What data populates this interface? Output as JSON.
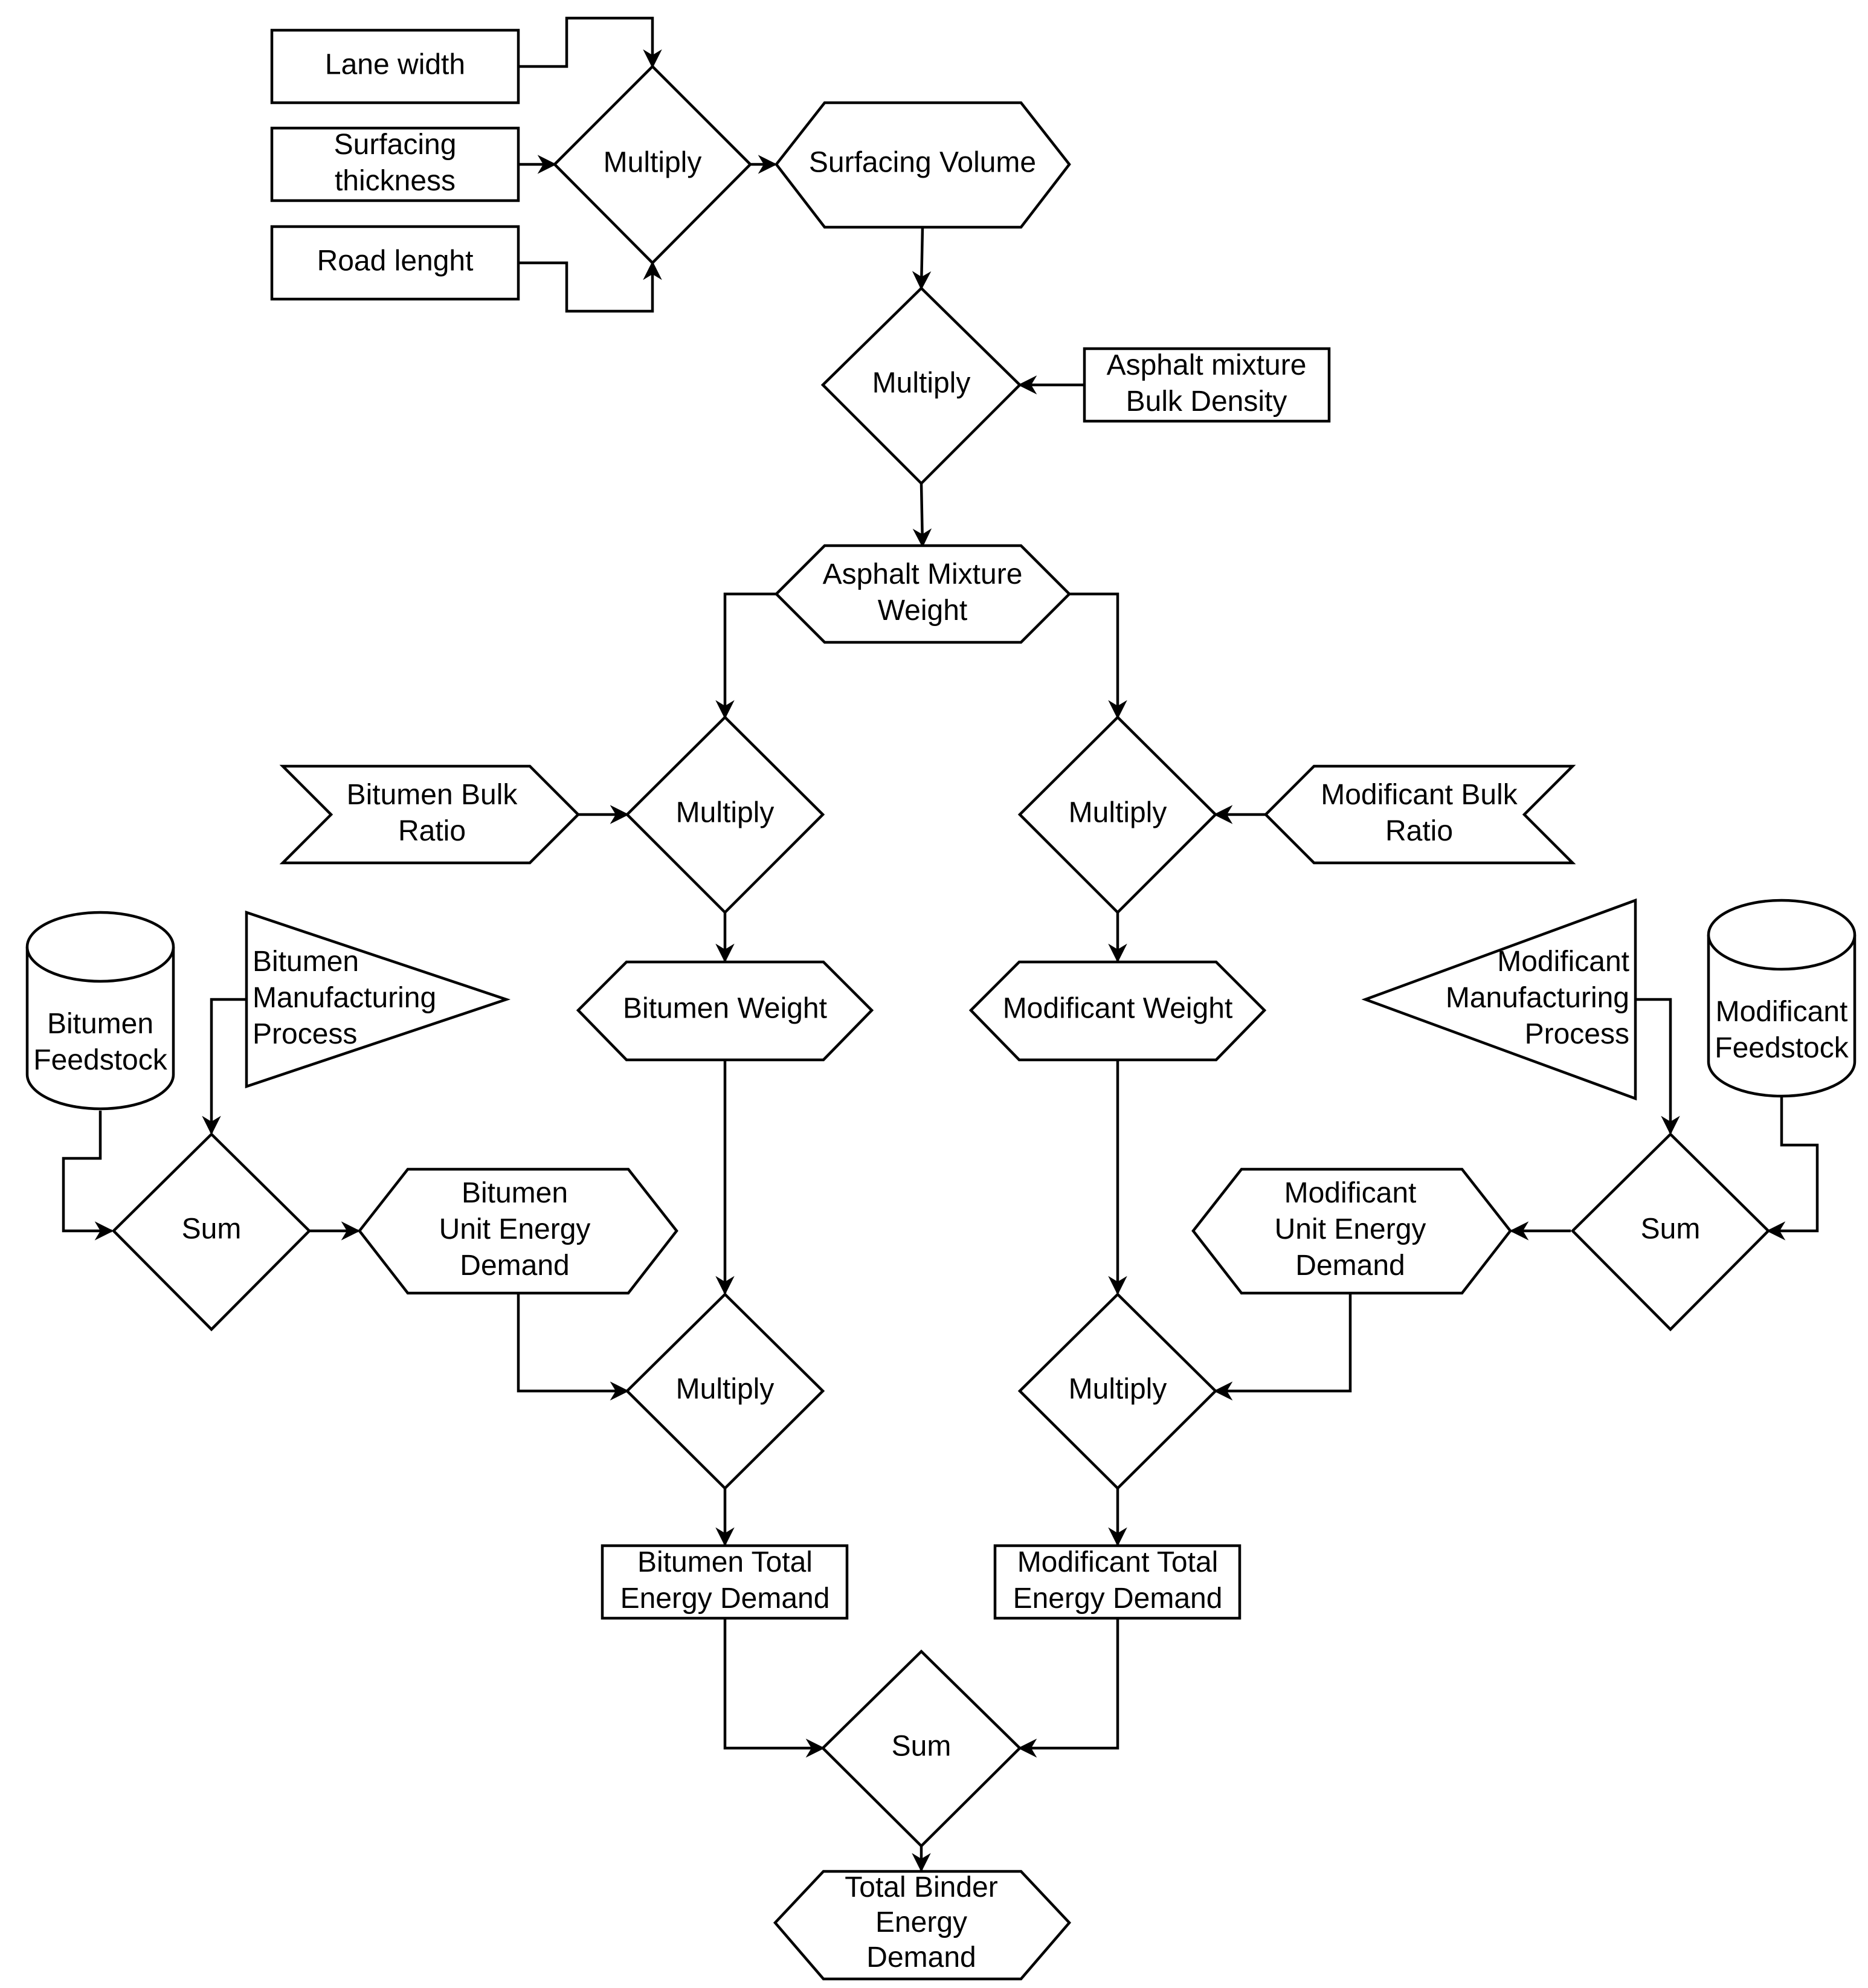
{
  "nodes": {
    "lane_width": "Lane width",
    "surfacing_thickness": [
      "Surfacing",
      "thickness"
    ],
    "road_length": "Road lenght",
    "multiply_1": "Multiply",
    "surfacing_volume": "Surfacing Volume",
    "multiply_2": "Multiply",
    "asphalt_bulk_density": [
      "Asphalt mixture",
      "Bulk Density"
    ],
    "asphalt_mixture_weight": [
      "Asphalt Mixture",
      "Weight"
    ],
    "bitumen_bulk_ratio": [
      "Bitumen Bulk",
      "Ratio"
    ],
    "multiply_bitumen_ratio": "Multiply",
    "modificant_bulk_ratio": [
      "Modificant Bulk",
      "Ratio"
    ],
    "multiply_modificant_ratio": "Multiply",
    "bitumen_weight": "Bitumen Weight",
    "modificant_weight": "Modificant Weight",
    "bitumen_feedstock": [
      "Bitumen",
      "Feedstock"
    ],
    "bitumen_manufacturing": [
      "Bitumen",
      "Manufacturing",
      "Process"
    ],
    "modificant_manufacturing": [
      "Modificant",
      "Manufacturing",
      "Process"
    ],
    "modificant_feedstock": [
      "Modificant",
      "Feedstock"
    ],
    "sum_bitumen": "Sum",
    "bitumen_unit_energy": [
      "Bitumen",
      "Unit Energy",
      "Demand"
    ],
    "sum_modificant": "Sum",
    "modificant_unit_energy": [
      "Modificant",
      "Unit Energy",
      "Demand"
    ],
    "multiply_bitumen_energy": "Multiply",
    "multiply_modificant_energy": "Multiply",
    "bitumen_total_energy": [
      "Bitumen Total",
      "Energy Demand"
    ],
    "modificant_total_energy": [
      "Modificant Total",
      "Energy Demand"
    ],
    "sum_total": "Sum",
    "total_binder_energy": [
      "Total Binder",
      "Energy",
      "Demand"
    ]
  }
}
